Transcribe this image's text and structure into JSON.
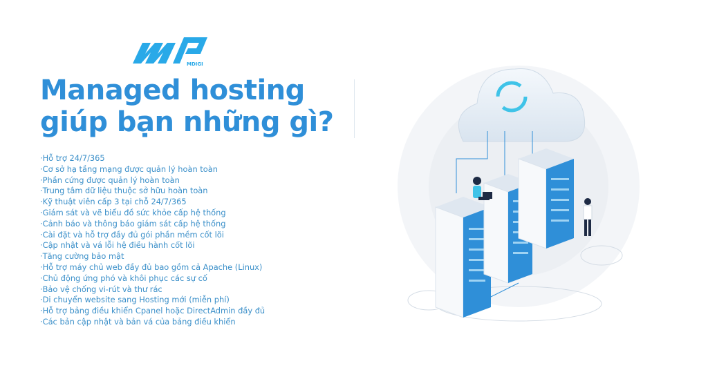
{
  "logo": {
    "text": "MDIGI",
    "brand_color": "#29a9e8"
  },
  "title": {
    "line1": "Managed hosting",
    "line2": "giúp bạn những gì?",
    "color": "#2f8fd8"
  },
  "features": [
    "·Hỗ trợ 24/7/365",
    "·Cơ sở hạ tầng mạng được quản lý hoàn toàn",
    "·Phần cứng được quản lý hoàn toàn",
    "·Trung tâm dữ liệu thuộc sở hữu hoàn toàn",
    "·Kỹ thuật viên cấp 3 tại chỗ 24/7/365",
    "·Giám sát và vẽ biểu đồ sức khỏe cấp hệ thống",
    "·Cảnh báo và thông báo giám sát cấp hệ thống",
    "·Cài đặt và hỗ trợ đầy đủ gói phần mềm cốt lõi",
    "·Cập nhật và vá lỗi hệ điều hành cốt lõi",
    "·Tăng cường bảo mật",
    "·Hỗ trợ máy chủ web đầy đủ bao gồm cả Apache (Linux)",
    "·Chủ động ứng phó và khôi phục các sự cố",
    "·Bảo vệ chống vi-rút và thư rác",
    "·Di chuyển website sang Hosting mới (miễn phí)",
    "·Hỗ trợ bảng điều khiển Cpanel hoặc DirectAdmin đầy đủ",
    "·Các bản cập nhật và bản vá của bảng điều khiển"
  ]
}
